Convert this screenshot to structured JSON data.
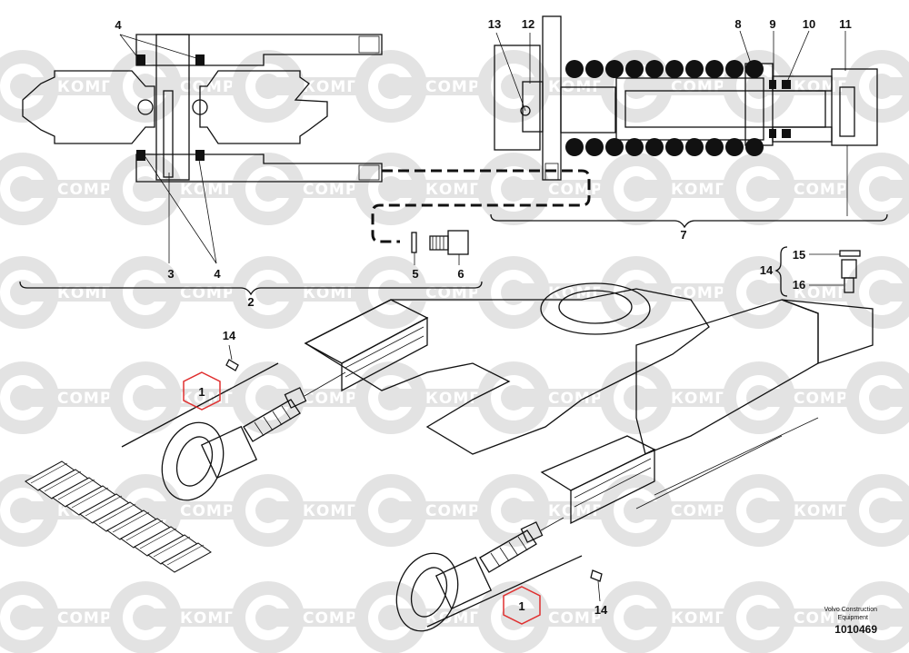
{
  "watermark": {
    "brand_latin": "COMPART",
    "brand_cyrillic": "КОМПАРТ",
    "fill_color": "#e3e3e3",
    "text_color": "#ffffff"
  },
  "callouts": {
    "top_left_4a": "4",
    "top_left_4b": "4",
    "label_3": "3",
    "label_2": "2",
    "label_5": "5",
    "label_6": "6",
    "label_13": "13",
    "label_12": "12",
    "label_8": "8",
    "label_9": "9",
    "label_10": "10",
    "label_11": "11",
    "label_7": "7",
    "label_15": "15",
    "label_16": "16",
    "label_14_bracket": "14",
    "label_14_upper": "14",
    "label_14_lower": "14",
    "label_1_upper": "1",
    "label_1_lower": "1"
  },
  "highlight_color": "#e03030",
  "footer": {
    "company_line1": "Volvo Construction",
    "company_line2": "Equipment",
    "drawing_number": "1010469"
  }
}
